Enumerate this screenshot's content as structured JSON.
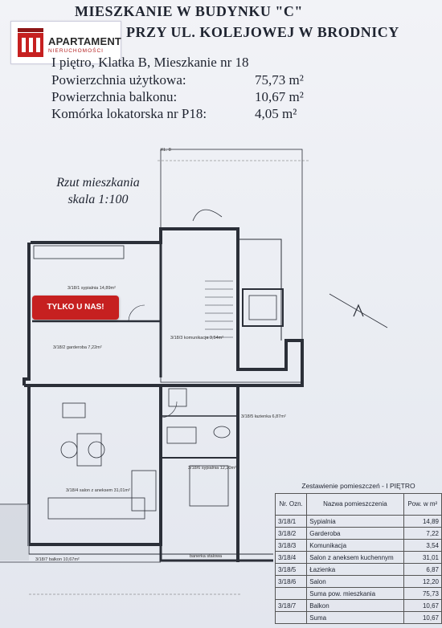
{
  "header": {
    "title": "MIESZKANIE W BUDYNKU \"C\"",
    "subtitle": "PRZY UL. KOLEJOWEJ W BRODNICY"
  },
  "logo": {
    "name": "APARTAMENT",
    "tagline": "NIERUCHOMOŚCI",
    "accent_color": "#c62020"
  },
  "info": {
    "floor": "I piętro, Klatka B, Mieszkanie nr 18",
    "rows": [
      {
        "label": "Powierzchnia użytkowa:",
        "value": "75,73 m²"
      },
      {
        "label": "Powierzchnia balkonu:",
        "value": "10,67 m²"
      },
      {
        "label": "Komórka lokatorska nr P18:",
        "value": "4,05 m²"
      }
    ]
  },
  "plan": {
    "caption1": "Rzut mieszkania",
    "caption2": "skala 1:100",
    "labels": {
      "kl8": "KL. 8",
      "room1": "3/18/1 sypialnia 14,89m²",
      "room2": "3/18/2 garderoba 7,22m²",
      "room3": "3/18/3 komunikacja 3,54m²",
      "room4": "3/18/4 salon z aneksem 31,01m²",
      "room5": "3/18/5 łazienka 6,87m²",
      "room6": "3/18/6 sypialnia 12,20m²",
      "room7": "3/18/7 balkon 10,67m²",
      "railing": "barierka stalowa"
    }
  },
  "badge": "TYLKO U NAS!",
  "table": {
    "title": "Zestawienie pomieszczeń - I PIĘTRO",
    "headers": [
      "Nr. Ozn.",
      "Nazwa pomieszczenia",
      "Pow. w m²"
    ],
    "rows": [
      {
        "no": "3/18/1",
        "name": "Sypialnia",
        "area": "14,89"
      },
      {
        "no": "3/18/2",
        "name": "Garderoba",
        "area": "7,22"
      },
      {
        "no": "3/18/3",
        "name": "Komunikacja",
        "area": "3,54"
      },
      {
        "no": "3/18/4",
        "name": "Salon z aneksem kuchennym",
        "area": "31,01"
      },
      {
        "no": "3/18/5",
        "name": "Łazienka",
        "area": "6,87"
      },
      {
        "no": "3/18/6",
        "name": "Salon",
        "area": "12,20"
      },
      {
        "no": "",
        "name": "Suma pow. mieszkania",
        "area": "75,73"
      },
      {
        "no": "3/18/7",
        "name": "Balkon",
        "area": "10,67"
      },
      {
        "no": "",
        "name": "Suma",
        "area": "10,67"
      }
    ]
  }
}
